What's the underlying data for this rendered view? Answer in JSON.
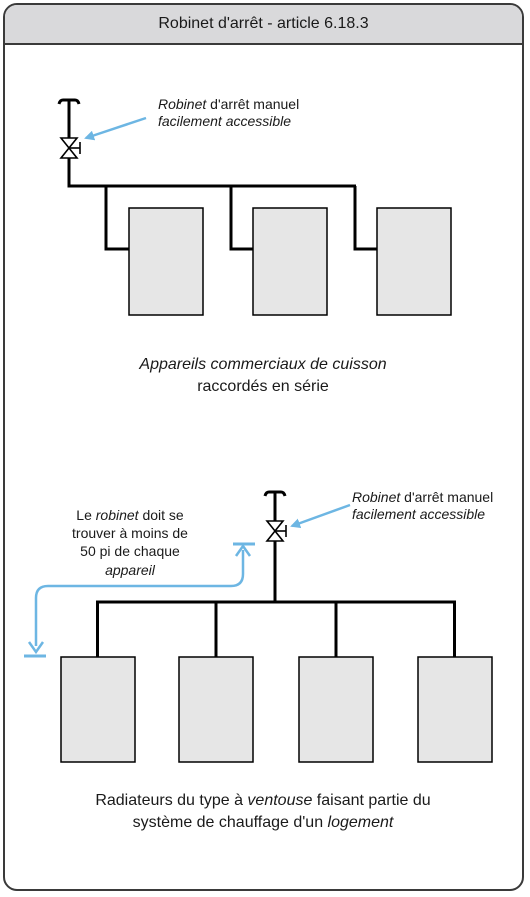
{
  "title": "Robinet d'arrêt - article 6.18.3",
  "diagram1": {
    "valve_label": {
      "l1_it": "Robinet",
      "l1_rest": " d'arrêt manuel",
      "l2_it": "facilement accessible"
    },
    "caption": {
      "line1": "Appareils commerciaux de cuisson",
      "line2": "raccordés en série"
    }
  },
  "diagram2": {
    "valve_label": {
      "l1_it": "Robinet",
      "l1_rest": " d'arrêt manuel",
      "l2_it": "facilement accessible"
    },
    "distance_note": {
      "l1_a": "Le ",
      "l1_it": "robinet",
      "l1_b": " doit se",
      "l2": "trouver à moins de",
      "l3": "50 pi de chaque",
      "l4_it": "appareil"
    },
    "caption": {
      "l1_a": "Radiateurs du type à ",
      "l1_it": "ventouse",
      "l1_b": " faisant partie du",
      "l2_a": "système de chauffage d'un ",
      "l2_it": "logement"
    }
  },
  "colors": {
    "line": "#000000",
    "appliance_fill": "#e6e6e6",
    "arrow": "#6db6e3",
    "title_bg": "#d9d9db"
  }
}
